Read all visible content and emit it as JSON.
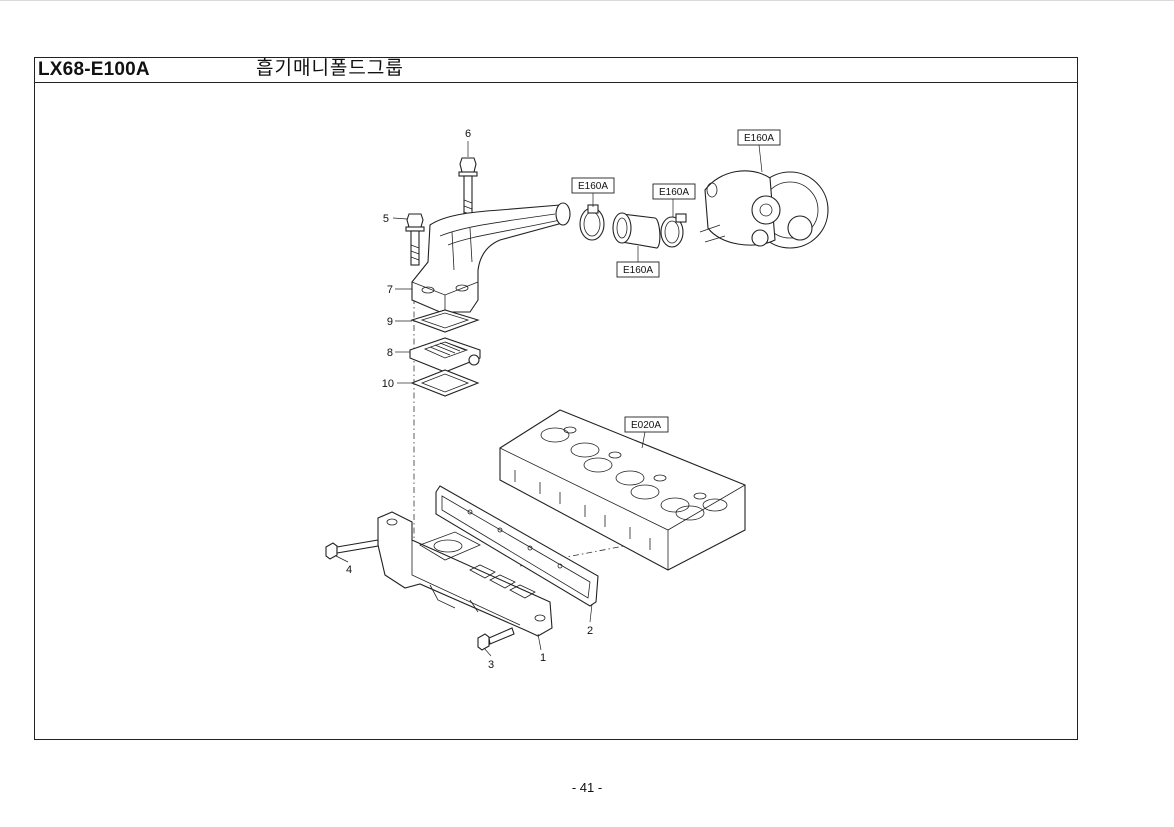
{
  "header": {
    "code": "LX68-E100A",
    "title": "흡기매니폴드그룹"
  },
  "callouts": [
    {
      "id": "1",
      "label": "1"
    },
    {
      "id": "2",
      "label": "2"
    },
    {
      "id": "3",
      "label": "3"
    },
    {
      "id": "4",
      "label": "4"
    },
    {
      "id": "5",
      "label": "5"
    },
    {
      "id": "6",
      "label": "6"
    },
    {
      "id": "7",
      "label": "7"
    },
    {
      "id": "8",
      "label": "8"
    },
    {
      "id": "9",
      "label": "9"
    },
    {
      "id": "10",
      "label": "10"
    }
  ],
  "references": [
    {
      "label": "E160A"
    },
    {
      "label": "E160A"
    },
    {
      "label": "E160A"
    },
    {
      "label": "E160A"
    },
    {
      "label": "E020A"
    }
  ],
  "footer": {
    "page_number": "- 41 -"
  }
}
